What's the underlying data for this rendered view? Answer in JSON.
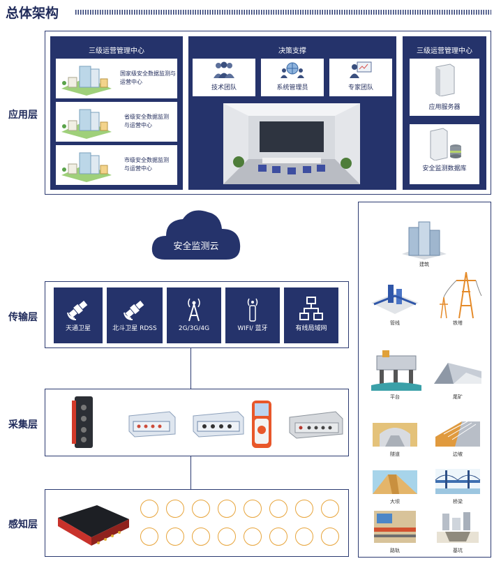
{
  "title": "总体架构",
  "layers": {
    "application": "应用层",
    "transmission": "传输层",
    "acquisition": "采集层",
    "perception": "感知层"
  },
  "app": {
    "left_panel": {
      "title": "三级运营管理中心",
      "cards": [
        "国家级安全数据监测与运营中心",
        "省级安全数据监测与运营中心",
        "市级安全数据监测与运营中心"
      ]
    },
    "middle_panel": {
      "title": "决策支撑",
      "cards": [
        "技术团队",
        "系统管理员",
        "专家团队"
      ]
    },
    "right_panel": {
      "title": "三级运营管理中心",
      "cards": [
        "应用服务器",
        "安全监测数据库"
      ]
    }
  },
  "cloud": "安全监测云",
  "transmission_items": [
    "天通卫星",
    "北斗卫星 RDSS",
    "2G/3G/4G",
    "WIFI/ 蓝牙",
    "有线局域网"
  ],
  "sectors": [
    "建筑",
    "管线",
    "铁塔",
    "平台",
    "尾矿",
    "隧道",
    "边坡",
    "大坝",
    "桥梁",
    "路轨",
    "基坑"
  ],
  "colors": {
    "navy": "#25336b",
    "accent": "#e7a43a"
  }
}
